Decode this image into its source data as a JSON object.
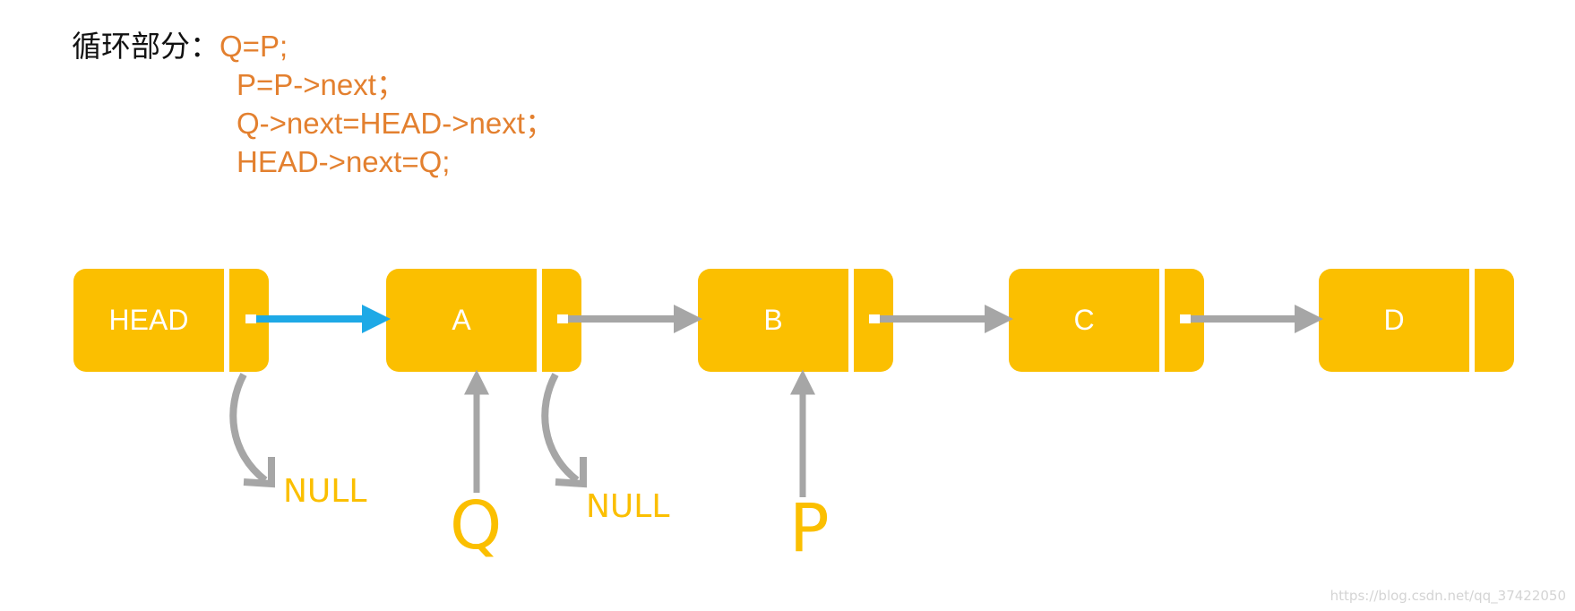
{
  "code": {
    "prefix": "循环部分：",
    "lines": [
      "Q=P;",
      "P=P->next；",
      "Q->next=HEAD->next；",
      "HEAD->next=Q;"
    ]
  },
  "nodes": [
    {
      "label": "HEAD"
    },
    {
      "label": "A"
    },
    {
      "label": "B"
    },
    {
      "label": "C"
    },
    {
      "label": "D"
    }
  ],
  "null_labels": [
    "NULL",
    "NULL"
  ],
  "pointers": {
    "q": "Q",
    "p": "P"
  },
  "watermark": "https://blog.csdn.net/qq_37422050",
  "colors": {
    "node_fill": "#fbbf00",
    "code_text": "#e3802f",
    "head_link": "#1ea9e6",
    "link": "#a6a6a6"
  }
}
